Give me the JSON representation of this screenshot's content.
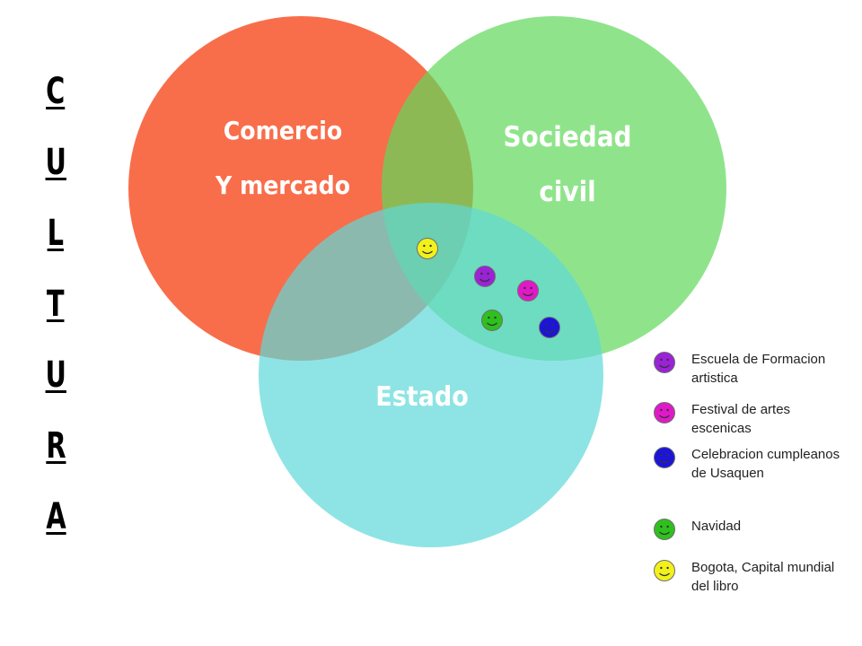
{
  "title_letters": [
    "C",
    "U",
    "L",
    "T",
    "U",
    "R",
    "A"
  ],
  "circles": [
    {
      "id": "comercio",
      "lines": [
        "Comercio",
        "Y mercado"
      ],
      "color": "#f86e4b"
    },
    {
      "id": "sociedad",
      "lines": [
        "Sociedad",
        "civil"
      ],
      "color": "#5fd95a"
    },
    {
      "id": "estado",
      "lines": [
        "Estado"
      ],
      "color": "#5ed8d8"
    }
  ],
  "smiley_colors": {
    "purple": "#9b22d6",
    "magenta": "#e019c8",
    "blue": "#1c14d8",
    "green": "#2ec11e",
    "yellow": "#f3f11a"
  },
  "legend": [
    {
      "color": "purple",
      "text": "Escuela de Formacion artistica"
    },
    {
      "color": "magenta",
      "text": "Festival de artes escenicas"
    },
    {
      "color": "blue",
      "text": "Celebracion cumpleanos de Usaquen"
    },
    {
      "color": "green",
      "text": "Navidad"
    },
    {
      "color": "yellow",
      "text": "Bogota, Capital mundial del libro"
    }
  ]
}
